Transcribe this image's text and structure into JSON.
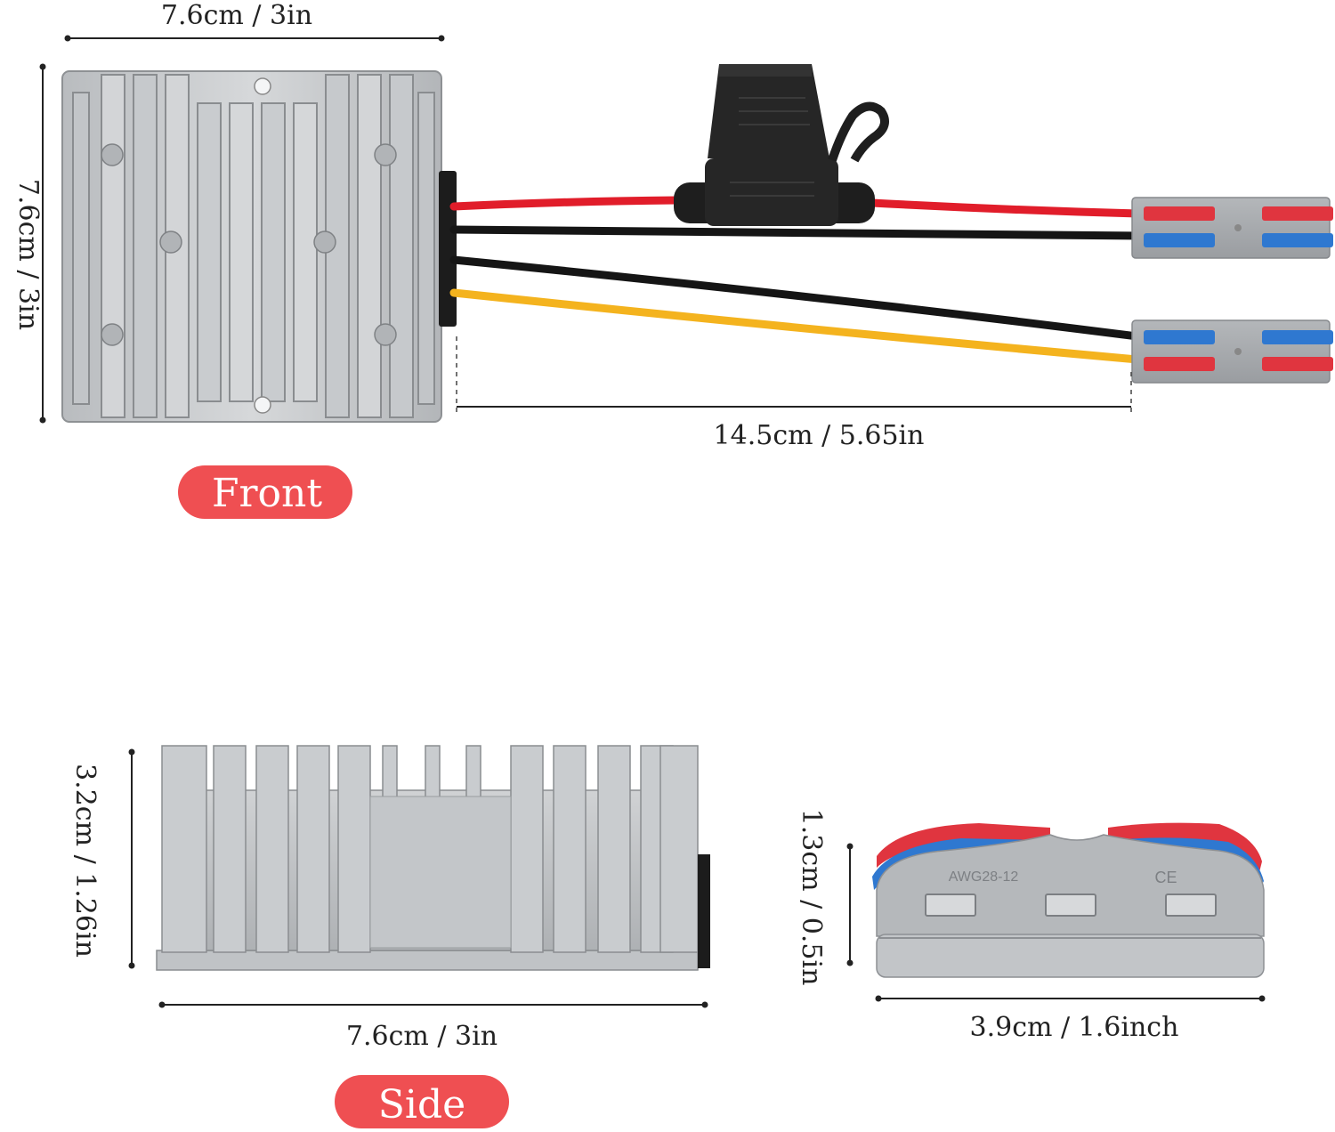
{
  "front": {
    "width_label": "7.6cm / 3in",
    "height_label": "7.6cm / 3in",
    "cable_length_label": "14.5cm / 5.65in",
    "badge": "Front"
  },
  "side": {
    "height_label": "3.2cm / 1.26in",
    "width_label": "7.6cm / 3in",
    "badge": "Side"
  },
  "connector": {
    "marking_gauge": "AWG28-12",
    "marking_cert": "CE",
    "height_label": "1.3cm / 0.5in",
    "width_label": "3.9cm / 1.6inch"
  },
  "colors": {
    "badge": "#ef4f52",
    "wire_red": "#e11d2a",
    "wire_black": "#151515",
    "wire_yellow": "#f4b31e",
    "aluminium": "#c9cbcd",
    "aluminium_dark": "#9fa2a5",
    "connector_grey": "#a9acb0",
    "lever_red": "#e0353f",
    "lever_blue": "#2f78d0",
    "fuse_black": "#1e1e1e",
    "dimension_line": "#222222"
  }
}
